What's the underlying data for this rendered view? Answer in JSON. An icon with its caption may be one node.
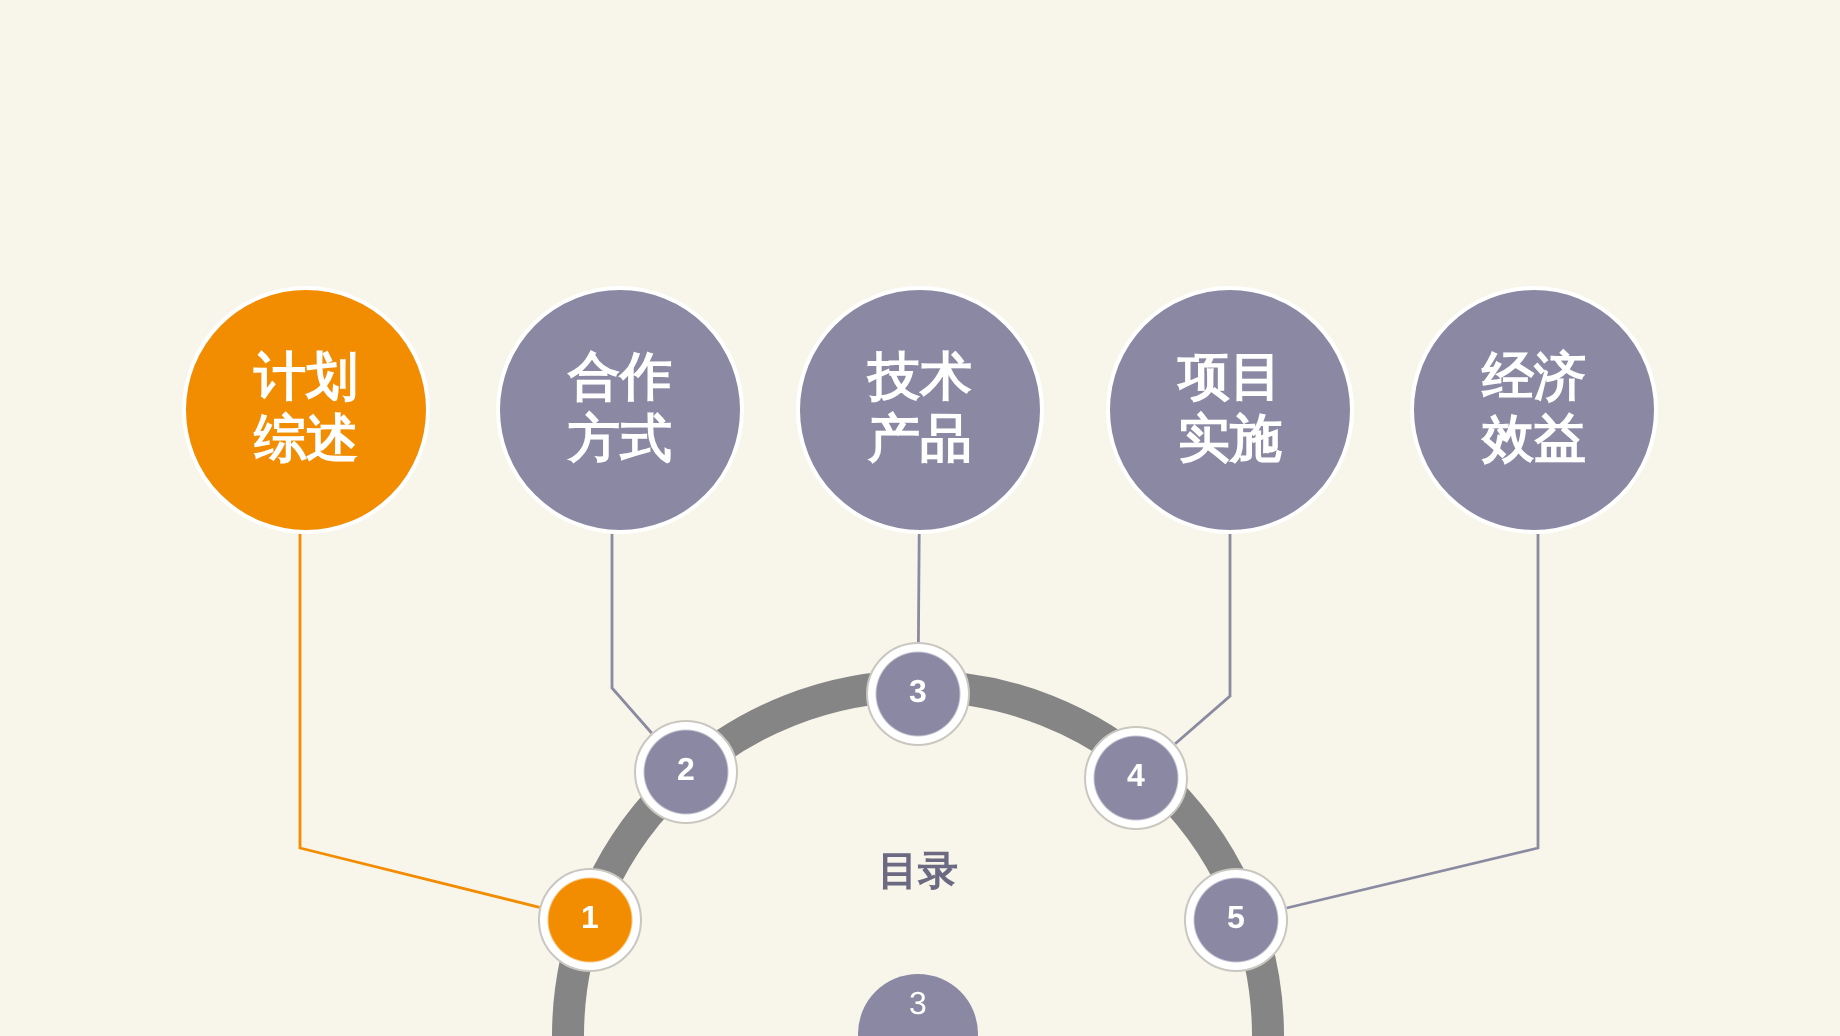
{
  "diagram": {
    "nodes": [
      {
        "text": [
          "计划综述"
        ]
      },
      {
        "text": [
          "合作方式"
        ]
      },
      {
        "text": [
          "技术产品"
        ]
      },
      {
        "text": [
          "项目实施"
        ]
      },
      {
        "text": [
          "经济效益"
        ]
      },
      {
        "text": [
          "1"
        ]
      },
      {
        "text": [
          "2"
        ]
      },
      {
        "text": [
          "3"
        ]
      },
      {
        "text": [
          "4"
        ]
      },
      {
        "text": [
          "5"
        ]
      },
      {
        "text": [
          "3"
        ]
      }
    ],
    "edges": [
      {
        "from": 0,
        "to": 5,
        "arrow": "none",
        "color": "#f28c00"
      },
      {
        "from": 1,
        "to": 6,
        "arrow": "none"
      },
      {
        "from": 2,
        "to": 7,
        "arrow": "none"
      },
      {
        "from": 3,
        "to": 8,
        "arrow": "none"
      },
      {
        "from": 4,
        "to": 9,
        "arrow": "none"
      }
    ],
    "labels": [
      "目录"
    ]
  }
}
